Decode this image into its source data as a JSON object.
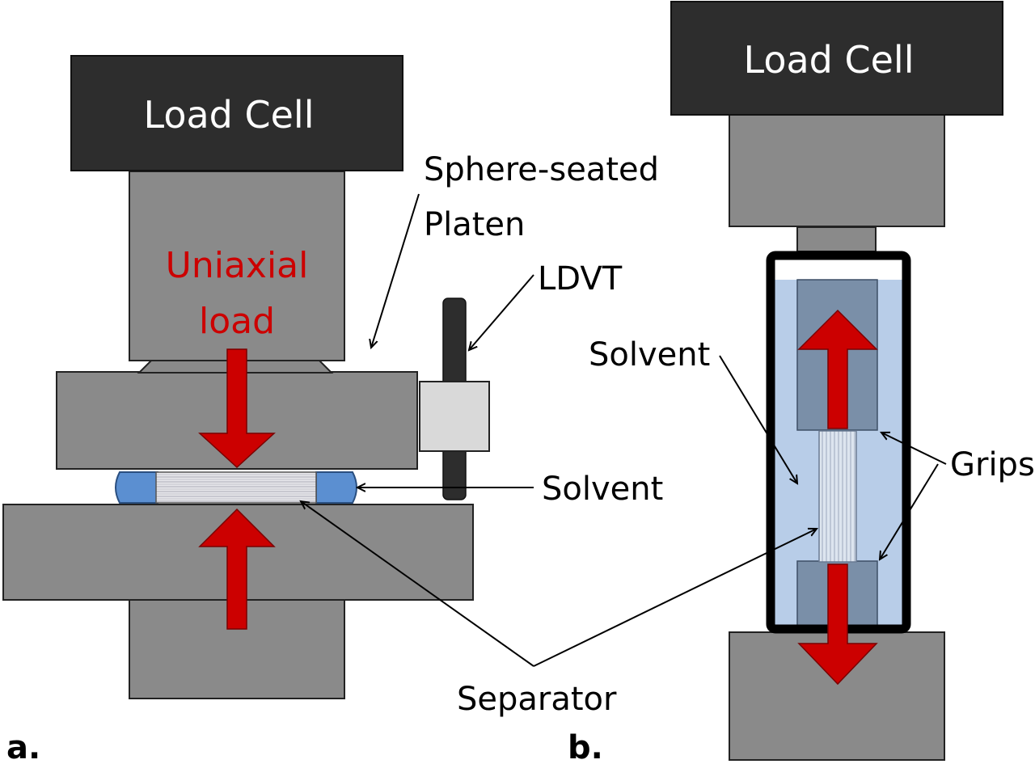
{
  "colors": {
    "loadcell": "#2d2d2d",
    "metal": "#8a8a8a",
    "solvent_blue": "#5b8fd1",
    "bath": "#b8cde8",
    "grip": "#7a8fa8",
    "arrow_red": "#cc0000",
    "sensor_body": "#d9d9d9"
  },
  "panel_a": {
    "label": "a.",
    "load_cell": "Load Cell",
    "uniaxial_line1": "Uniaxial",
    "uniaxial_line2": "load",
    "platen_line1": "Sphere-seated",
    "platen_line2": "Platen",
    "ldvt": "LDVT",
    "solvent": "Solvent",
    "separator": "Separator"
  },
  "panel_b": {
    "label": "b.",
    "load_cell": "Load Cell",
    "solvent": "Solvent",
    "grips": "Grips"
  }
}
